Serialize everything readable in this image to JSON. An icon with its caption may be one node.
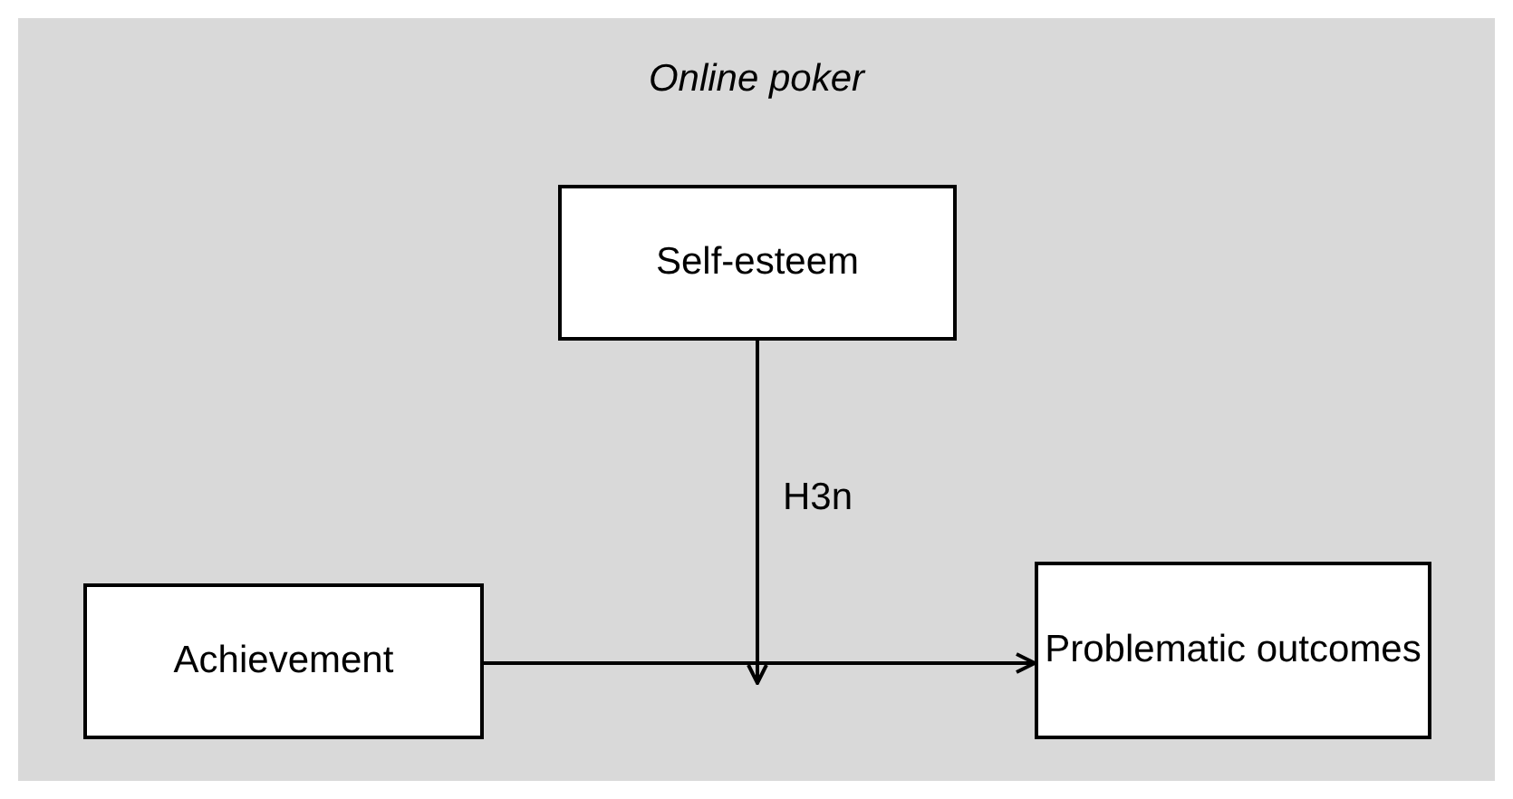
{
  "diagram": {
    "nodes": [
      {
        "text": [
          "Online poker"
        ]
      },
      {
        "text": [
          "Self-esteem"
        ],
        "in": 0
      },
      {
        "text": [
          "Achievement"
        ],
        "in": 0
      },
      {
        "text": [
          "Problematic outcomes"
        ],
        "in": 0
      }
    ],
    "edges": [
      {
        "from": 2,
        "to": 3,
        "arrow": "to"
      },
      {
        "from": 1,
        "to": null,
        "arrow": "to",
        "label": "H3n"
      }
    ]
  }
}
